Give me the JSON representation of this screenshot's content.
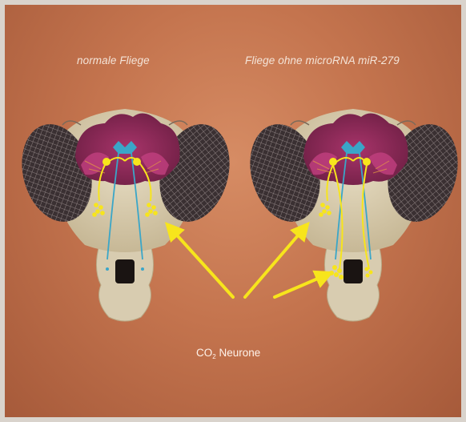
{
  "labels": {
    "left_title": "normale Fliege",
    "right_title": "Fliege ohne microRNA miR-279",
    "caption_main": "CO",
    "caption_sub": "2",
    "caption_rest": " Neurone"
  },
  "colors": {
    "background": "#c4744e",
    "head": "#d9ccae",
    "eye": "#4a3c3a",
    "brain": "#8c2a55",
    "brain_highlight": "#c2407f",
    "neuron_yellow": "#f7e51c",
    "nerve_blue": "#3aa6c8"
  }
}
